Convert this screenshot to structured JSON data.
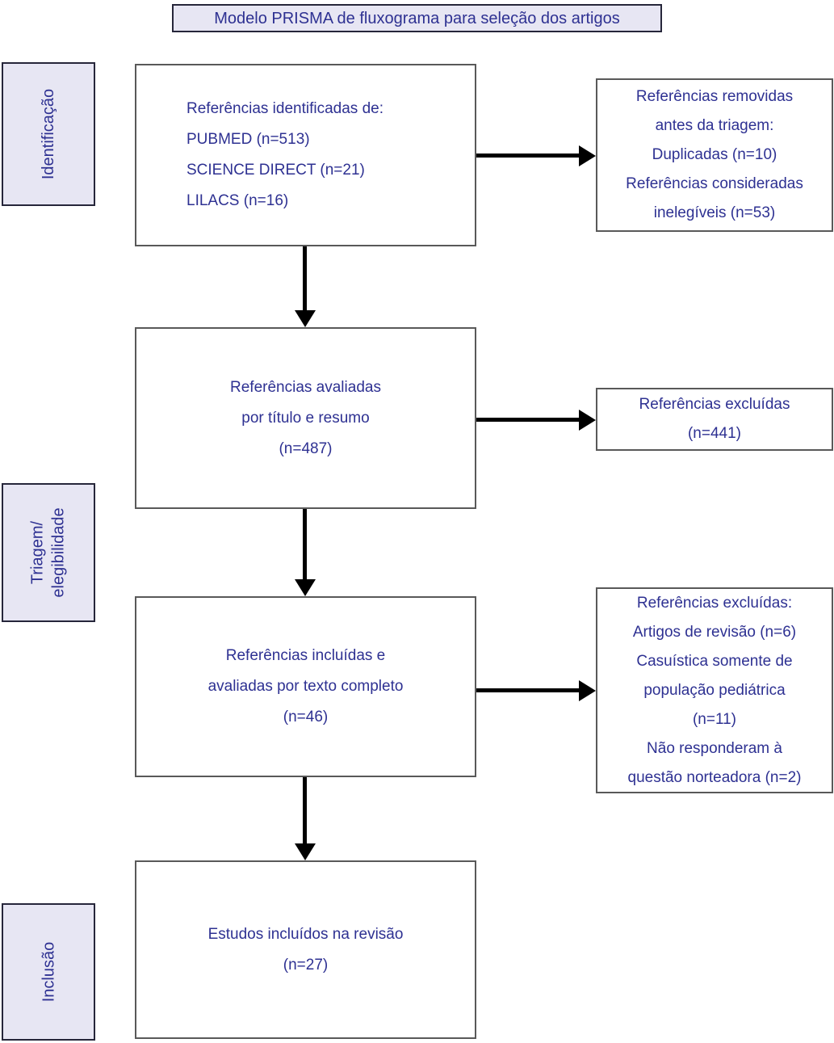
{
  "title": "Modelo PRISMA de fluxograma para seleção dos artigos",
  "stages": [
    {
      "label": "Identificação"
    },
    {
      "label": "Triagem/\nelegibilidade"
    },
    {
      "label": "Inclusão"
    }
  ],
  "flow": [
    {
      "text": "Referências identificadas de:\nPUBMED (n=513)\nSCIENCE DIRECT (n=21)\nLILACS (n=16)"
    },
    {
      "text": "Referências avaliadas\npor título e resumo\n(n=487)"
    },
    {
      "text": "Referências incluídas e\navaliadas por texto completo\n(n=46)"
    },
    {
      "text": "Estudos incluídos na revisão\n(n=27)"
    }
  ],
  "side": [
    {
      "text": "Referências removidas\nantes da triagem:\nDuplicadas (n=10)\nReferências consideradas\ninelegíveis (n=53)"
    },
    {
      "text": "Referências excluídas\n(n=441)"
    },
    {
      "text": "Referências excluídas:\nArtigos de revisão (n=6)\nCasuística somente de\npopulação pediátrica\n(n=11)\nNão responderam à\nquestão norteadora (n=2)"
    }
  ],
  "counts": {
    "pubmed": 513,
    "science_direct": 21,
    "lilacs": 16,
    "removed_duplicates": 10,
    "removed_ineligible": 53,
    "screened_title_abstract": 487,
    "excluded_title_abstract": 441,
    "fulltext_assessed": 46,
    "excluded_review_articles": 6,
    "excluded_pediatric_population": 11,
    "excluded_not_answering_question": 2,
    "included_in_review": 27
  },
  "colors": {
    "text": "#2E3192",
    "stage_fill": "#E7E6F3",
    "stage_border": "#26263A",
    "box_border": "#595959",
    "arrow": "#000000"
  }
}
